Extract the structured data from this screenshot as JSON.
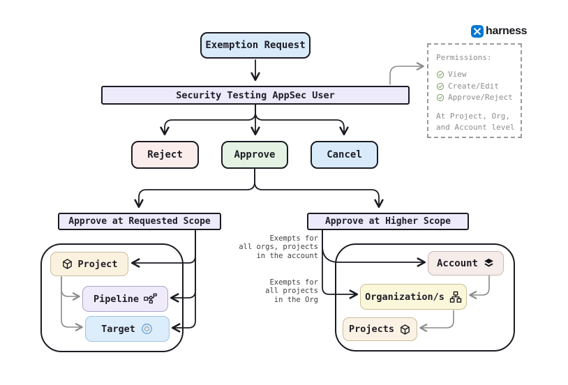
{
  "logo": {
    "brand": "harness",
    "brand_color": "#0278D5"
  },
  "permissions_panel": {
    "title": "Permissions:",
    "items": [
      {
        "icon": "check-circle-icon",
        "label": "View"
      },
      {
        "icon": "check-circle-icon",
        "label": "Create/Edit"
      },
      {
        "icon": "check-circle-icon",
        "label": "Approve/Reject"
      }
    ],
    "footer": "At Project, Org,\nand Account level"
  },
  "flow": {
    "exemption_request": "Exemption Request",
    "appsec_user": "Security Testing AppSec User",
    "reject": "Reject",
    "approve": "Approve",
    "cancel": "Cancel",
    "requested_scope": "Approve at Requested Scope",
    "higher_scope": "Approve at Higher Scope",
    "project": "Project",
    "pipeline": "Pipeline",
    "target": "Target",
    "account": "Account",
    "organizations": "Organization/s",
    "projects": "Projects"
  },
  "annotations": {
    "exempts_account": "Exempts for\nall orgs, projects\nin the account",
    "exempts_org": "Exempts for\nall projects\nin the Org"
  },
  "colors": {
    "ink": "#1b1b22",
    "gray_line": "#8a8a8a",
    "blue_node": "#D9EBFB",
    "lavender_node": "#ECEAFB",
    "pink_node": "#FBEDEB",
    "green_node": "#E3F2E2",
    "cream_node": "#FBF1DF",
    "purple_node": "#F0EBFA",
    "light_blue_node": "#DCEDFB",
    "rose_node": "#F6ECEA",
    "yellow_node": "#FBF7DA",
    "peach_node": "#FBF1E4",
    "check_green": "#85a76f",
    "brand_blue": "#0278D5"
  }
}
